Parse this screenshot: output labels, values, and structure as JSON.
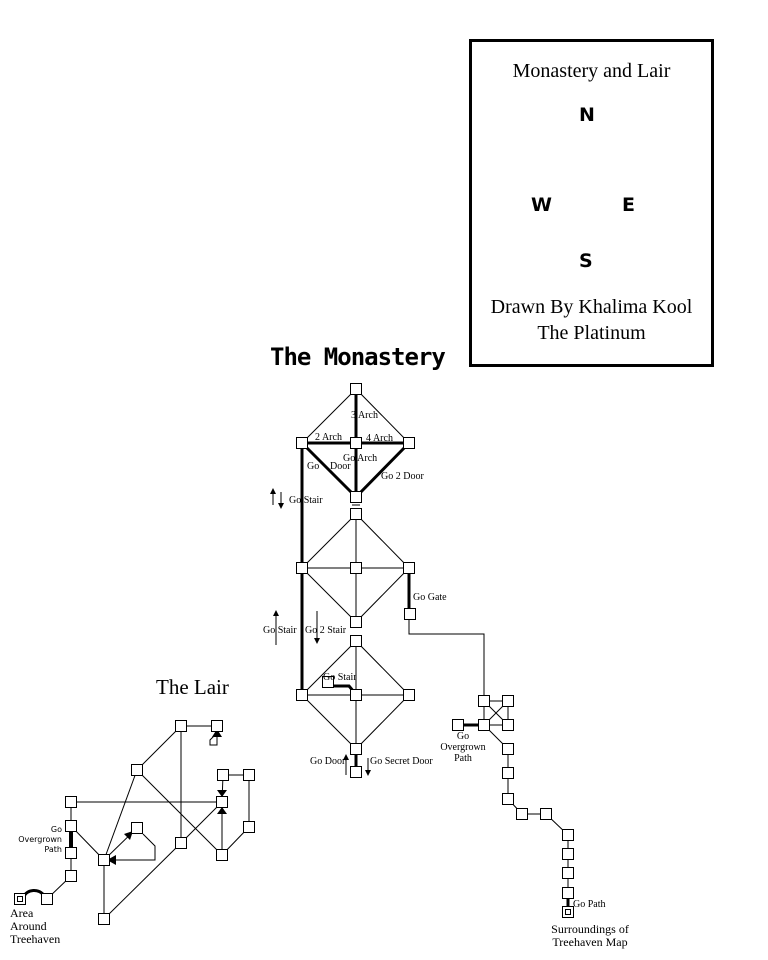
{
  "legend": {
    "title": "Monastery and Lair",
    "compass": {
      "north": "N",
      "south": "S",
      "east": "E",
      "west": "W"
    },
    "credit_line1": "Drawn By Khalima Kool",
    "credit_line2": "The Platinum"
  },
  "titles": {
    "monastery": "The Monastery",
    "lair": "The Lair"
  },
  "labels": {
    "arch3": "3 Arch",
    "arch2": "2 Arch",
    "arch4": "4 Arch",
    "go_arch": "Go Arch",
    "go_door_a": "Go",
    "go_door_b": "Door",
    "go_2_door": "Go 2 Door",
    "go_stair_top": "Go Stair",
    "go_gate": "Go Gate",
    "go_stair_mid": "Go Stair",
    "go_2_stair": "Go 2 Stair",
    "go_stair_low": "Go Stair",
    "go_door_bottom": "Go Door",
    "go_secret_door": "Go Secret Door",
    "go_overgrown_path_right": [
      "Go",
      "Overgrown",
      "Path"
    ],
    "go_path": "Go Path",
    "surroundings": [
      "Surroundings of",
      "Treehaven Map"
    ],
    "go_overgrown_path_left": [
      "Go",
      "Overgrown",
      "Path"
    ],
    "area_around": [
      "Area",
      "Around",
      "Treehaven"
    ]
  },
  "colors": {
    "ink": "#000000",
    "paper": "#ffffff"
  }
}
